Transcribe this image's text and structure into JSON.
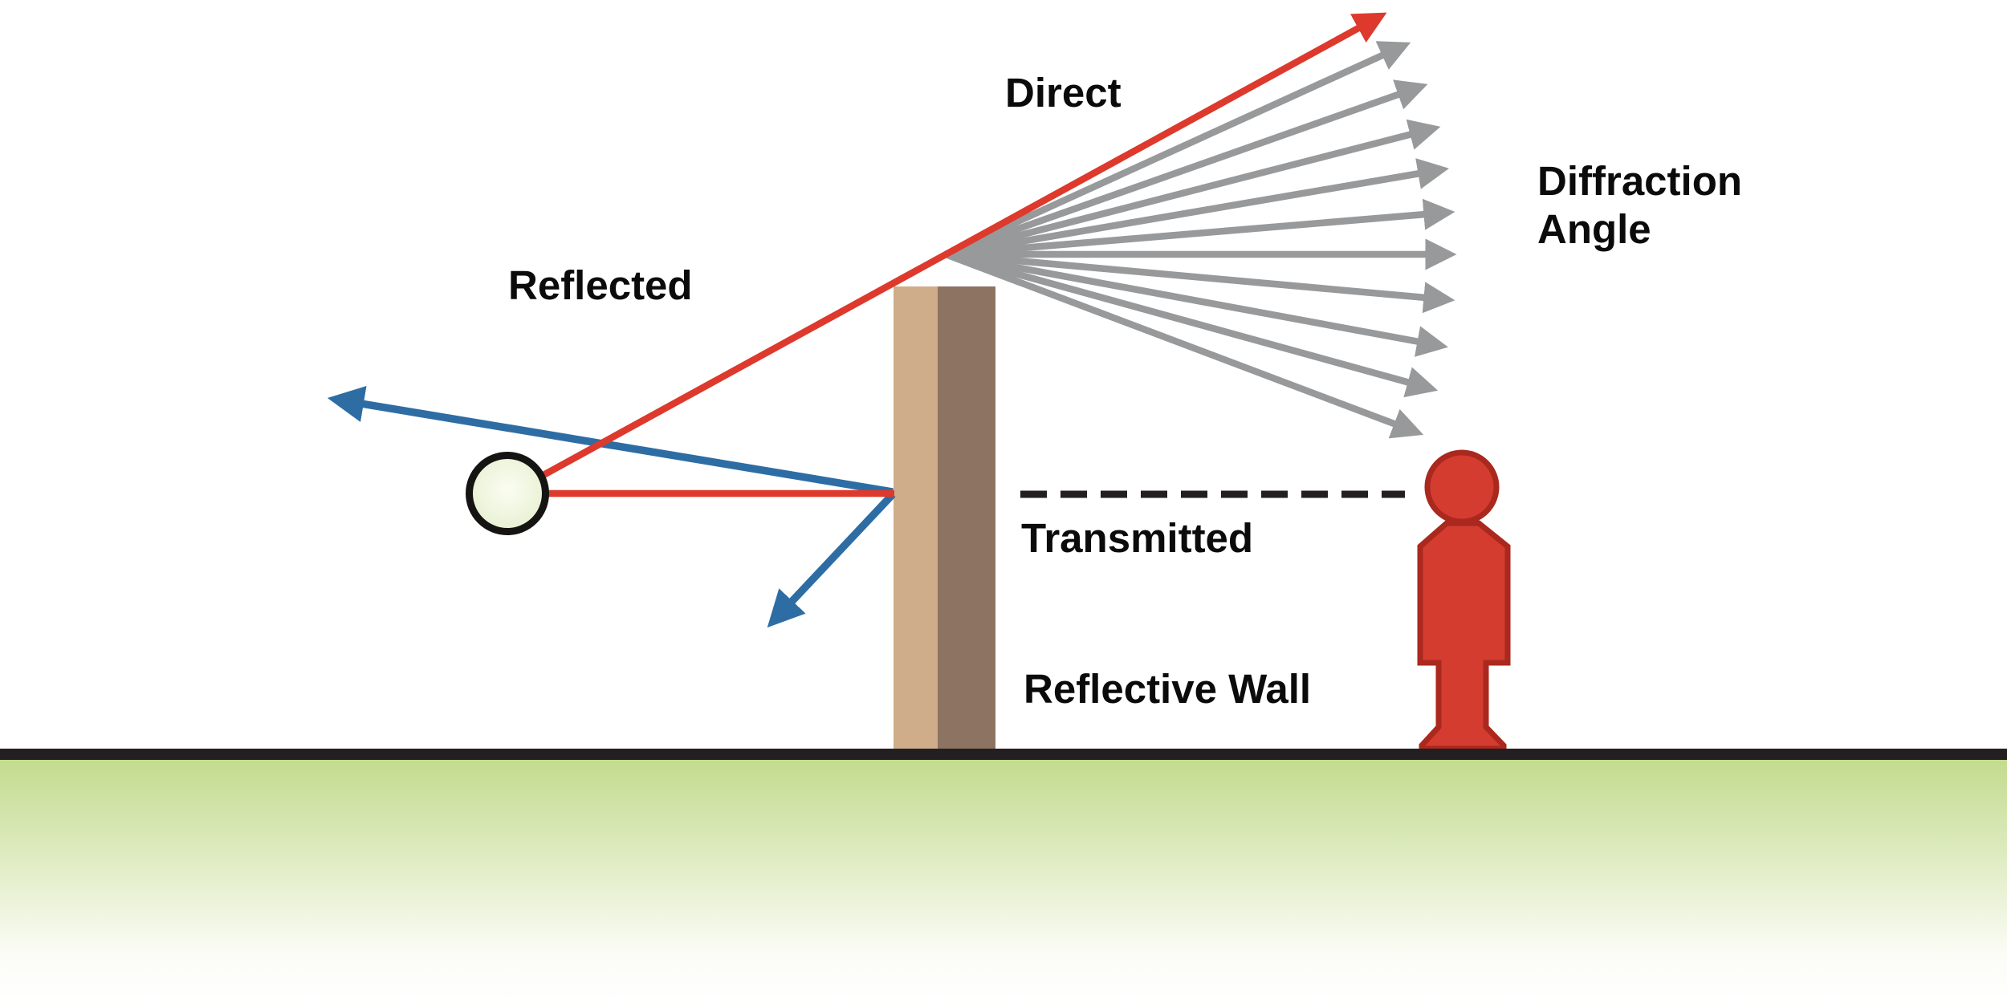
{
  "labels": {
    "direct": "Direct",
    "diffraction_angle": "Diffraction Angle",
    "reflected": "Reflected",
    "transmitted": "Transmitted",
    "reflective_wall": "Reflective Wall"
  },
  "colors": {
    "background": "#ffffff",
    "ray_red": "#dd392c",
    "ray_blue": "#2e6da4",
    "diffraction_gray": "#97999b",
    "wall_light_tan": "#cfad8b",
    "wall_dark_brown": "#8d7462",
    "ground_line": "#231f20",
    "grass_top": "#c3db8e",
    "grass_bottom": "#ffffff",
    "person_fill": "#d43c30",
    "person_outline": "#aa281e",
    "source_center": "#fbfdf2",
    "source_edge": "#e6efd0",
    "source_ring": "#161412",
    "transmitted_dash": "#231f20",
    "label_text": "#0b0b0b"
  },
  "figure": {
    "diffraction_ray_count": 10
  }
}
